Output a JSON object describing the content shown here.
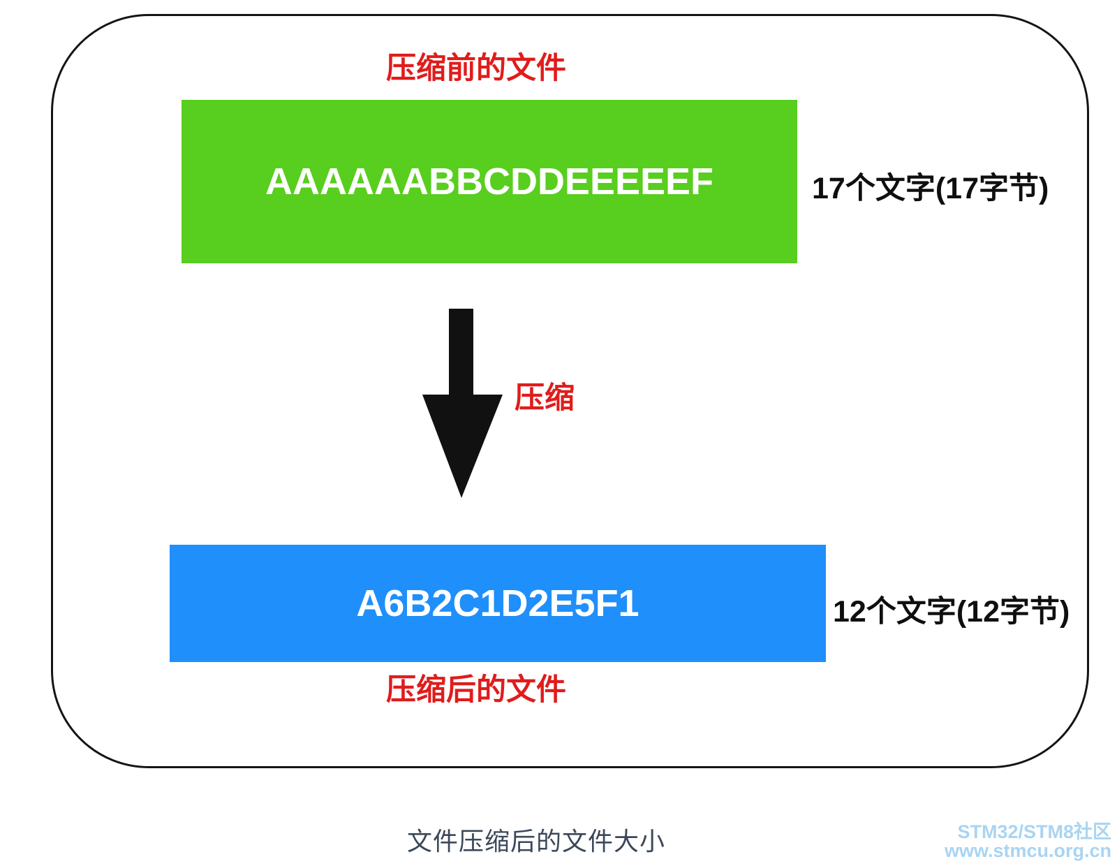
{
  "diagram": {
    "label_before": "压缩前的文件",
    "label_after": "压缩后的文件",
    "arrow_label": "压缩",
    "box_before": {
      "text": "AAAAAABBCDDEEEEEF",
      "side_label": "17个文字(17字节)",
      "color": "#58ce1e"
    },
    "box_after": {
      "text": "A6B2C1D2E5F1",
      "side_label": "12个文字(12字节)",
      "color": "#1f8ffb"
    },
    "caption": "文件压缩后的文件大小",
    "watermark": {
      "line1": "STM32/STM8社区",
      "line2": "www.stmcu.org.cn"
    },
    "colors": {
      "label_red": "#e01c1c",
      "green_box": "#58ce1e",
      "blue_box": "#1f8ffb",
      "arrow_black": "#111111",
      "caption_slate": "#3b4859",
      "watermark_blue": "#a9d4f2",
      "frame_border": "#141414"
    }
  }
}
